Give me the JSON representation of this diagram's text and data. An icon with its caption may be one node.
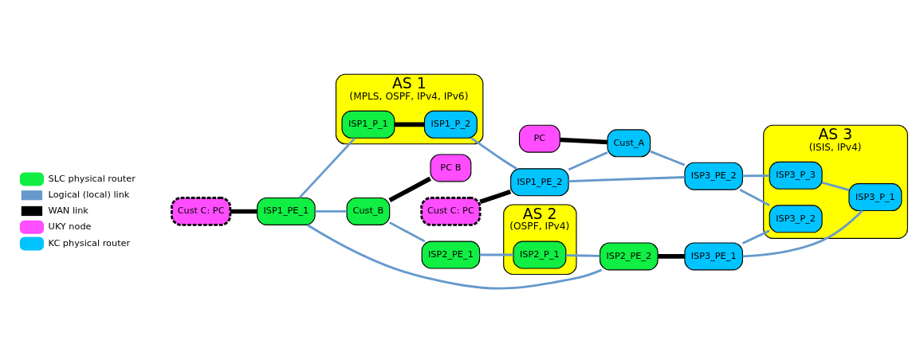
{
  "diagram": {
    "nodes": [
      {
        "text": [
          "AS 1",
          "(MPLS, OSPF, IPv4, IPv6)"
        ]
      },
      {
        "text": [
          "AS 2",
          "(OSPF, IPv4)"
        ]
      },
      {
        "text": [
          "AS 3",
          "(ISIS, IPv4)"
        ]
      },
      {
        "text": [
          "Cust C: PC"
        ]
      },
      {
        "text": [
          "ISP1_PE_1"
        ]
      },
      {
        "text": [
          "ISP1_P_1"
        ],
        "in": 0
      },
      {
        "text": [
          "ISP1_P_2"
        ],
        "in": 0
      },
      {
        "text": [
          "Cust C: PC"
        ]
      },
      {
        "text": [
          "ISP1_PE_2"
        ]
      },
      {
        "text": [
          "PC"
        ]
      },
      {
        "text": [
          "Cust_A"
        ]
      },
      {
        "text": [
          "Cust_B"
        ]
      },
      {
        "text": [
          "ISP2_PE_2"
        ]
      },
      {
        "text": [
          "ISP3_PE_2"
        ]
      },
      {
        "text": [
          "ISP3_P_2"
        ],
        "in": 2
      },
      {
        "text": [
          "PC B"
        ]
      },
      {
        "text": [
          "ISP3_PE_1"
        ]
      },
      {
        "text": [
          "ISP3_P_3"
        ],
        "in": 2
      },
      {
        "text": [
          "ISP2_PE_1"
        ]
      },
      {
        "text": [
          "ISP2_P_1"
        ],
        "in": 1
      },
      {
        "text": [
          "ISP3_P_1"
        ],
        "in": 2
      }
    ],
    "edges": [
      {
        "from": 3,
        "to": 4,
        "arrow": "none",
        "style": "thick",
        "color": "#000000"
      },
      {
        "from": 4,
        "to": 5,
        "arrow": "none"
      },
      {
        "from": 5,
        "to": 6,
        "arrow": "none",
        "style": "thick",
        "color": "#000000"
      },
      {
        "from": 6,
        "to": 8,
        "arrow": "none"
      },
      {
        "from": 7,
        "to": 8,
        "arrow": "none",
        "style": "thick",
        "color": "#000000"
      },
      {
        "from": 8,
        "to": 10,
        "arrow": "none"
      },
      {
        "from": 9,
        "to": 10,
        "arrow": "none",
        "style": "thick",
        "color": "#000000"
      },
      {
        "from": 10,
        "to": 13,
        "arrow": "none"
      },
      {
        "from": 8,
        "to": 13,
        "arrow": "none"
      },
      {
        "from": 4,
        "to": 11,
        "arrow": "none"
      },
      {
        "from": 4,
        "to": 12,
        "arrow": "none"
      },
      {
        "from": 11,
        "to": 15,
        "arrow": "none",
        "style": "thick",
        "color": "#000000"
      },
      {
        "from": 11,
        "to": 18,
        "arrow": "none"
      },
      {
        "from": 18,
        "to": 19,
        "arrow": "none"
      },
      {
        "from": 19,
        "to": 12,
        "arrow": "none"
      },
      {
        "from": 12,
        "to": 16,
        "arrow": "none",
        "style": "thick",
        "color": "#000000"
      },
      {
        "from": 16,
        "to": 14,
        "arrow": "none"
      },
      {
        "from": 16,
        "to": 20,
        "arrow": "none"
      },
      {
        "from": 14,
        "to": 13,
        "arrow": "none"
      },
      {
        "from": 13,
        "to": 17,
        "arrow": "none"
      },
      {
        "from": 17,
        "to": 20,
        "arrow": "none"
      }
    ],
    "legend": [
      {
        "text": "SLC physical router",
        "color": "#11ee44"
      },
      {
        "text": "Logical (local) link"
      },
      {
        "text": "WAN link"
      },
      {
        "text": "UKY node",
        "color": "#ff4dff"
      },
      {
        "text": "KC physical router",
        "color": "#00c3ff"
      }
    ]
  }
}
